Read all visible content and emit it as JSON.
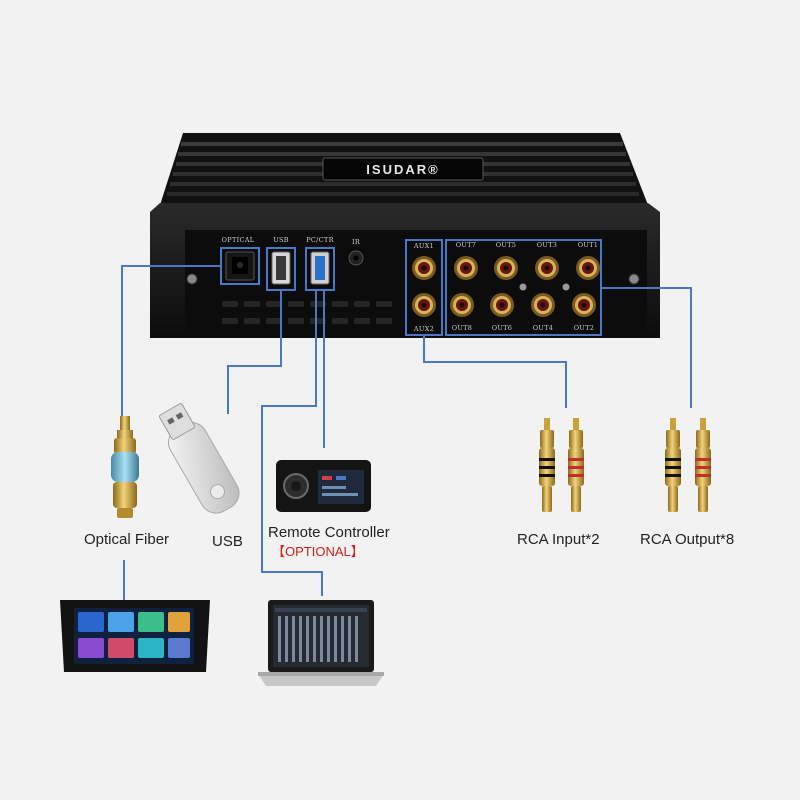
{
  "device": {
    "brand": "ISUDAR",
    "brand_mark": "ISUDAR®",
    "ports": {
      "optical": "OPTICAL",
      "usb": "USB",
      "pc_ctr": "PC/CTR",
      "ir": "IR",
      "aux1": "AUX1",
      "aux2": "AUX2",
      "out_top": [
        "OUT7",
        "OUT5",
        "OUT3",
        "OUT1"
      ],
      "out_bottom": [
        "OUT8",
        "OUT6",
        "OUT4",
        "OUT2"
      ]
    }
  },
  "captions": {
    "optical_fiber": "Optical Fiber",
    "usb": "USB",
    "remote_controller": "Remote Controller",
    "optional": "【OPTIONAL】",
    "rca_input": "RCA Input*2",
    "rca_output": "RCA Output*8"
  },
  "colors": {
    "background": "#f2f2f2",
    "connector_line": "#4a78c8",
    "optional_text": "#d4201c",
    "device_body": "#1a1a1a",
    "rca_gold": "#c9a23a"
  }
}
